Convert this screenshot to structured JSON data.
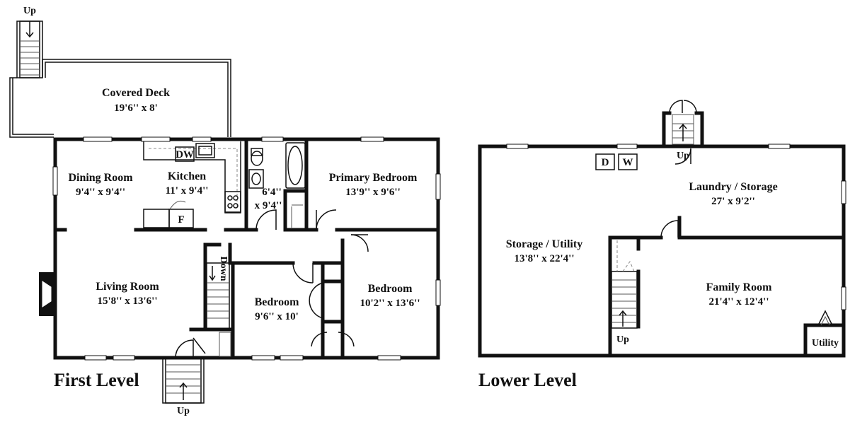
{
  "first_level": {
    "title": "First Level",
    "stair_up_top": "Up",
    "stair_up_bottom": "Up",
    "stair_down": "Down",
    "rooms": {
      "covered_deck": {
        "name": "Covered Deck",
        "dim": "19'6'' x 8'"
      },
      "dining_room": {
        "name": "Dining Room",
        "dim": "9'4'' x 9'4''"
      },
      "kitchen": {
        "name": "Kitchen",
        "dim": "11' x 9'4''"
      },
      "bath": {
        "name": "6'4''",
        "dim": "x 9'4''"
      },
      "primary_bedroom": {
        "name": "Primary Bedroom",
        "dim": "13'9'' x 9'6''"
      },
      "living_room": {
        "name": "Living Room",
        "dim": "15'8'' x 13'6''"
      },
      "bedroom_1": {
        "name": "Bedroom",
        "dim": "9'6'' x 10'"
      },
      "bedroom_2": {
        "name": "Bedroom",
        "dim": "10'2'' x 13'6''"
      }
    },
    "appliances": {
      "dishwasher": "DW",
      "fridge": "F"
    }
  },
  "lower_level": {
    "title": "Lower Level",
    "stair_up_top": "Up",
    "stair_up_left": "Up",
    "rooms": {
      "laundry": {
        "name": "Laundry / Storage",
        "dim": "27' x 9'2''"
      },
      "storage": {
        "name": "Storage / Utility",
        "dim": "13'8'' x 22'4''"
      },
      "family_room": {
        "name": "Family Room",
        "dim": "21'4'' x 12'4''"
      },
      "utility": {
        "name": "Utility"
      }
    },
    "appliances": {
      "dryer": "D",
      "washer": "W"
    }
  }
}
